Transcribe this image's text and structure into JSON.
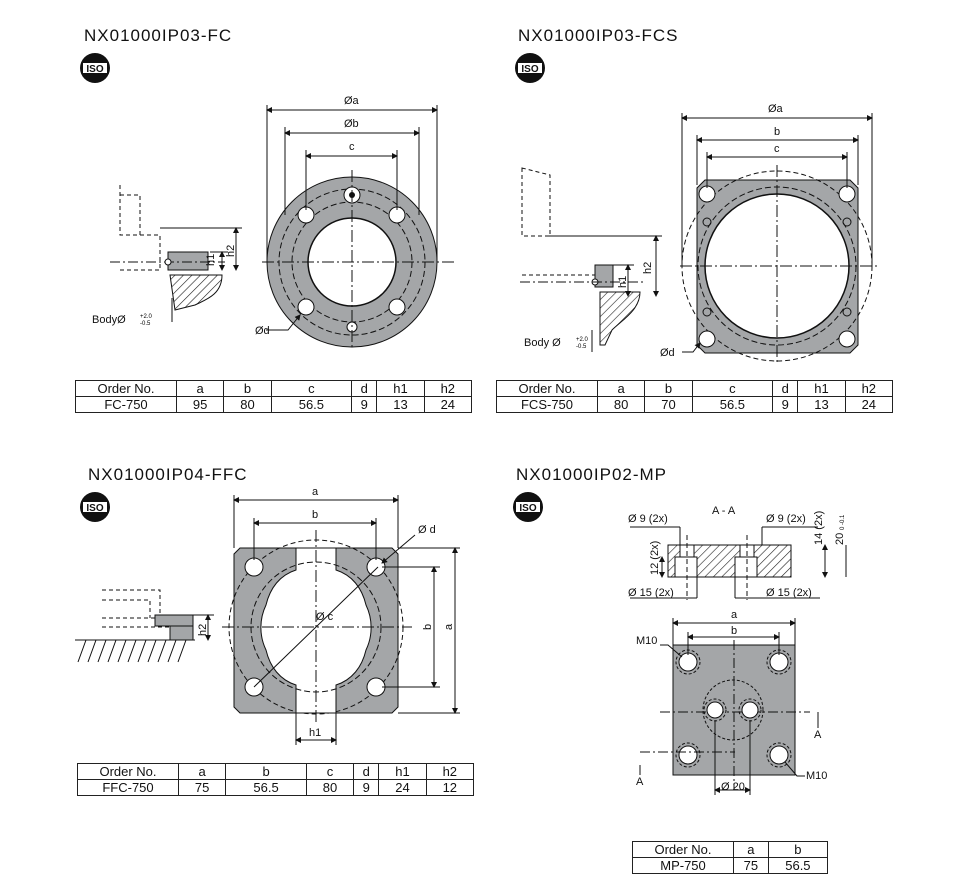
{
  "panels": [
    {
      "title": "NX01000IP03-FC",
      "labels": {
        "a": "Øa",
        "b": "Øb",
        "c": "c",
        "d": "Ød",
        "h1": "h1",
        "h2": "h2",
        "body": "BodyØ",
        "tol_up": "+2.0",
        "tol_low": "-0.5"
      },
      "table": {
        "headers": [
          "Order No.",
          "a",
          "b",
          "c",
          "d",
          "h1",
          "h2"
        ],
        "row": [
          "FC-750",
          "95",
          "80",
          "56.5",
          "9",
          "13",
          "24"
        ]
      }
    },
    {
      "title": "NX01000IP03-FCS",
      "labels": {
        "a": "Øa",
        "b": "b",
        "c": "c",
        "d": "Ød",
        "h1": "h1",
        "h2": "h2",
        "body": "Body Ø",
        "tol_up": "+2.0",
        "tol_low": "-0.5"
      },
      "table": {
        "headers": [
          "Order No.",
          "a",
          "b",
          "c",
          "d",
          "h1",
          "h2"
        ],
        "row": [
          "FCS-750",
          "80",
          "70",
          "56.5",
          "9",
          "13",
          "24"
        ]
      }
    },
    {
      "title": "NX01000IP04-FFC",
      "labels": {
        "a": "a",
        "b": "b",
        "c": "Ø c",
        "d": "Ø d",
        "h1": "h1",
        "h2": "h2",
        "b_side": "b",
        "a_side": "a"
      },
      "table": {
        "headers": [
          "Order No.",
          "a",
          "b",
          "c",
          "d",
          "h1",
          "h2"
        ],
        "row": [
          "FFC-750",
          "75",
          "56.5",
          "80",
          "9",
          "24",
          "12"
        ]
      }
    },
    {
      "title": "NX01000IP02-MP",
      "labels": {
        "section": "A - A",
        "hole9_left": "Ø 9 (2x)",
        "hole9_right": "Ø 9 (2x)",
        "hole15_left": "Ø 15 (2x)",
        "hole15_right": "Ø 15 (2x)",
        "h12": "12 (2x)",
        "h14": "14 (2x)",
        "h20": "20",
        "h20_tol": "0 -0.1",
        "a": "a",
        "b": "b",
        "m10_top": "M10",
        "m10_bottom": "M10",
        "d20": "Ø 20",
        "sec_a_left": "A",
        "sec_a_right": "A"
      },
      "table": {
        "headers": [
          "Order No.",
          "a",
          "b"
        ],
        "row": [
          "MP-750",
          "75",
          "56.5"
        ]
      }
    }
  ],
  "iso_badge": "ISO",
  "colors": {
    "plate": "#a4a6a8",
    "line": "#111111",
    "hatch": "#222222"
  }
}
